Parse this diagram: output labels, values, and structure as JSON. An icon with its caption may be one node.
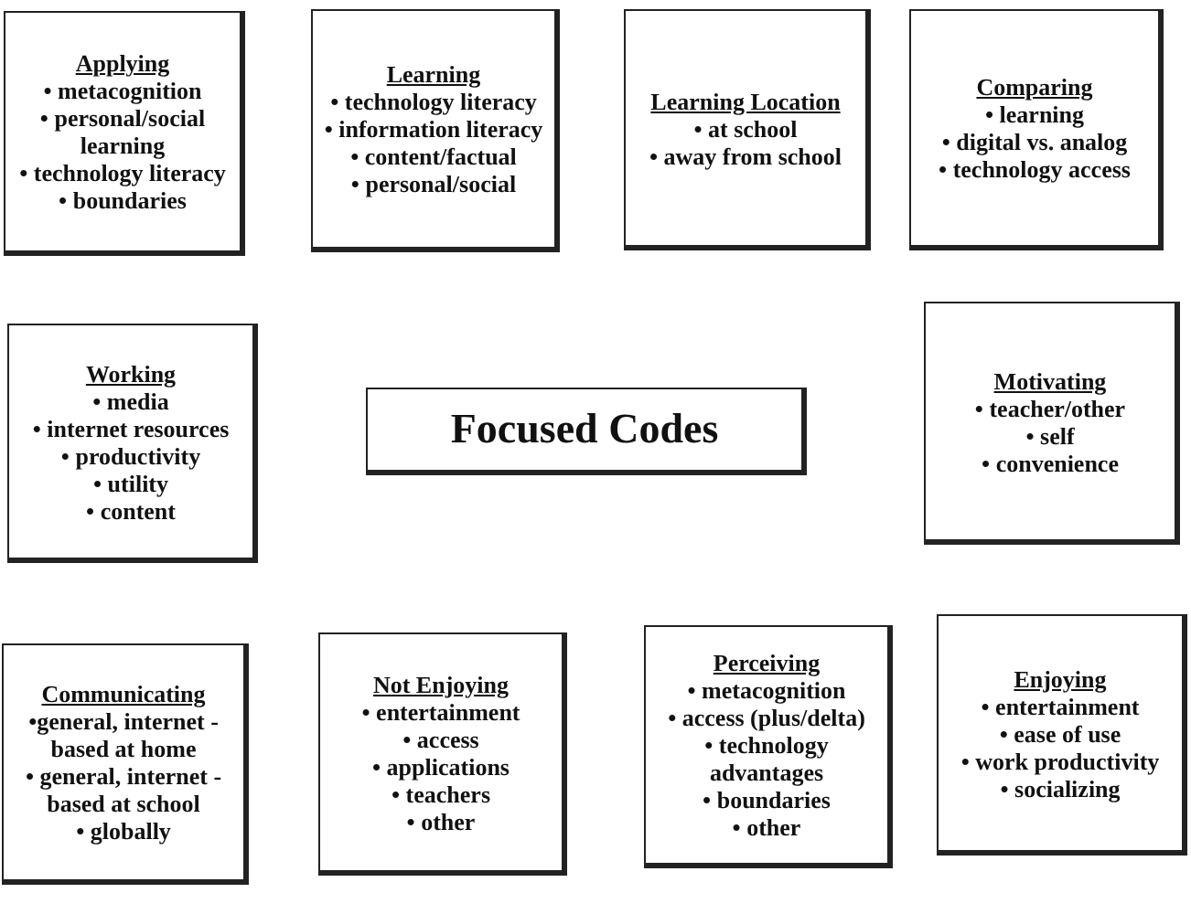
{
  "diagram": {
    "nodes": [
      {
        "text": [
          "Applying",
          "• metacognition",
          "• personal/social learning",
          "• technology literacy",
          "• boundaries"
        ]
      },
      {
        "text": [
          "Learning",
          "• technology literacy",
          "• information literacy",
          "• content/factual",
          "• personal/social"
        ]
      },
      {
        "text": [
          "Learning Location",
          "• at school",
          "• away from school"
        ]
      },
      {
        "text": [
          "Comparing",
          "• learning",
          "• digital vs. analog",
          "• technology access"
        ]
      },
      {
        "text": [
          "Working",
          "• media",
          "• internet resources",
          "• productivity",
          "• utility",
          "• content"
        ]
      },
      {
        "text": [
          "Focused Codes"
        ]
      },
      {
        "text": [
          "Motivating",
          "• teacher/other",
          "• self",
          "• convenience"
        ]
      },
      {
        "text": [
          "Communicating",
          "•general, internet - based at home",
          "• general, internet - based at school",
          "• globally"
        ]
      },
      {
        "text": [
          "Not Enjoying",
          "• entertainment",
          "• access",
          "• applications",
          "• teachers",
          "• other"
        ]
      },
      {
        "text": [
          "Perceiving",
          "• metacognition",
          "• access (plus/delta)",
          "• technology advantages",
          "• boundaries",
          "• other"
        ]
      },
      {
        "text": [
          "Enjoying",
          "• entertainment",
          "• ease of use",
          "• work productivity",
          "• socializing"
        ]
      }
    ],
    "edges": []
  }
}
